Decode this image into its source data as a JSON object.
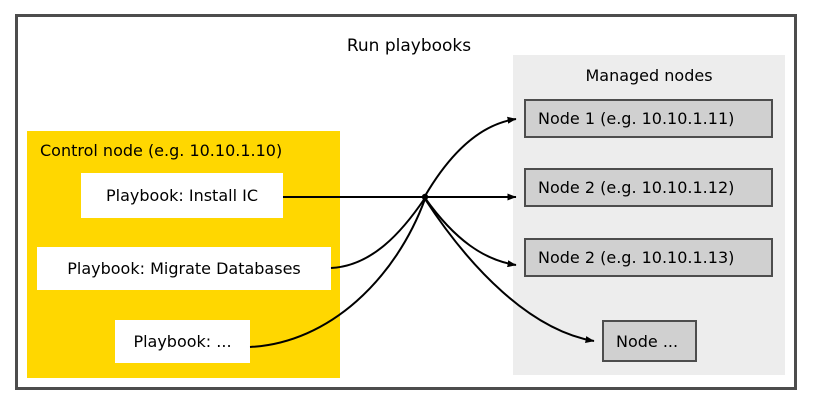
{
  "diagram": {
    "title": "Run playbooks",
    "type": "flow-diagram",
    "frame_border_color": "#4d4d4d",
    "background": "#ffffff"
  },
  "control_node": {
    "title": "Control node (e.g. 10.10.1.10)",
    "panel_color": "#ffd700",
    "playbooks": [
      {
        "label": "Playbook: Install IC"
      },
      {
        "label": "Playbook: Migrate Databases"
      },
      {
        "label": "Playbook: ..."
      }
    ]
  },
  "managed_nodes": {
    "title": "Managed nodes",
    "panel_color": "#ededed",
    "node_color": "#d0d0d0",
    "nodes": [
      {
        "label": "Node 1 (e.g. 10.10.1.11)"
      },
      {
        "label": "Node 2 (e.g. 10.10.1.12)"
      },
      {
        "label": "Node 2 (e.g. 10.10.1.13)"
      },
      {
        "label": "Node ..."
      }
    ]
  },
  "connections": {
    "description": "Playbooks converge at a junction then fan out to managed nodes",
    "arrow_color": "#000000"
  }
}
